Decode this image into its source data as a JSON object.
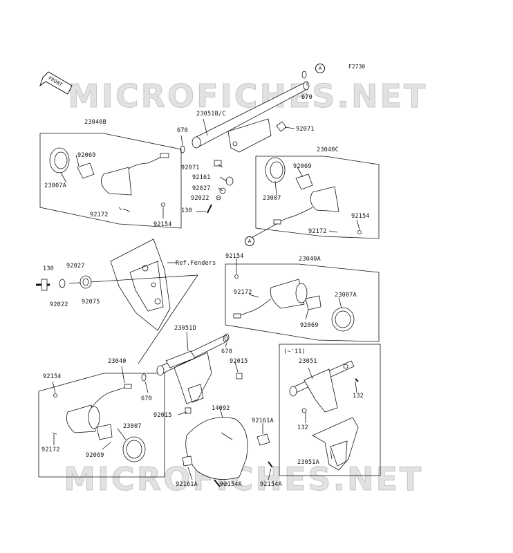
{
  "figure_code": "F2730",
  "watermark": "MICROFICHES.NET",
  "front_label": "FRONT",
  "ref_marker": "A",
  "ref_fenders": "Ref.Fenders",
  "variant_note": "(~'11)",
  "labels": {
    "l670a": "670",
    "l670b": "670",
    "l670c": "670",
    "l670d": "670",
    "l23051bc": "23051B/C",
    "l92071a": "92071",
    "l92071b": "92071",
    "l23040b": "23040B",
    "l92069a": "92069",
    "l23007a_top": "23007A",
    "l92172a": "92172",
    "l92154a": "92154",
    "l92161": "92161",
    "l92027a": "92027",
    "l92022a": "92022",
    "l130a": "130",
    "l23040c": "23040C",
    "l92069b": "92069",
    "l23007": "23007",
    "l92154b": "92154",
    "l92172b": "92172",
    "l130b": "130",
    "l92027b": "92027",
    "l92022b": "92022",
    "l92075": "92075",
    "l92154c": "92154",
    "l23040a": "23040A",
    "l92172c": "92172",
    "l23007a_mid": "23007A",
    "l92069c": "92069",
    "l23051d": "23051D",
    "l92015a": "92015",
    "l23040": "23040",
    "l92154d": "92154",
    "l92172d": "92172",
    "l92069d": "92069",
    "l23007b": "23007",
    "l92015b": "92015",
    "l14092": "14092",
    "l92161a_r": "92161A",
    "l92161a_l": "92161A",
    "l92154a_l": "92154A",
    "l92154a_r": "92154A",
    "l23051": "23051",
    "l132a": "132",
    "l132b": "132",
    "l23051a": "23051A"
  }
}
